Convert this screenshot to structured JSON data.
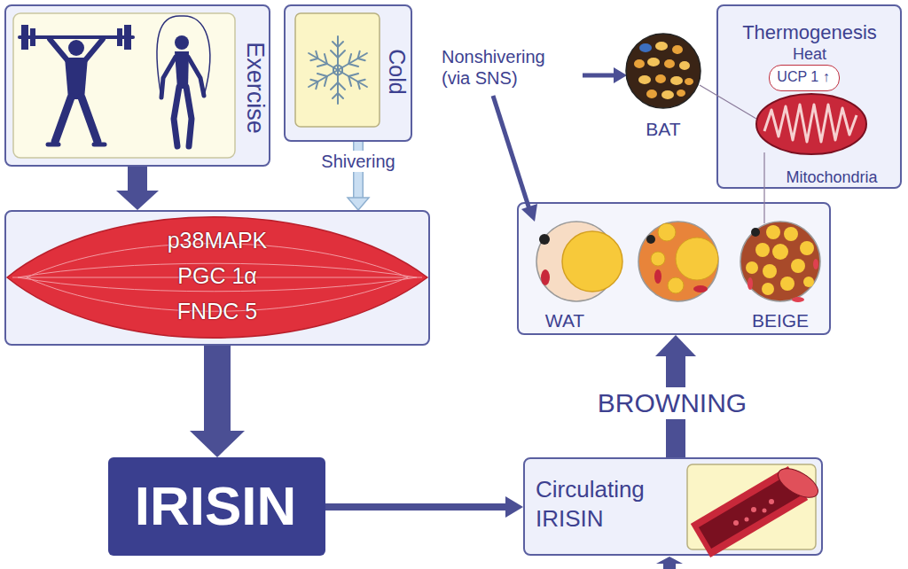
{
  "diagram": {
    "nodes": [
      {
        "text": [
          "Exercise"
        ]
      },
      {
        "text": [
          "Cold"
        ]
      },
      {
        "text": [
          "BAT"
        ]
      },
      {
        "text": [
          "Thermogenesis",
          "Heat",
          "Mitochondria"
        ]
      },
      {
        "text": [
          "UCP 1 ↑"
        ],
        "in": 3
      },
      {
        "text": [
          "p38MAPK",
          "PGC 1α",
          "FNDC 5"
        ]
      },
      {
        "text": []
      },
      {
        "text": [
          "WAT"
        ],
        "in": 6
      },
      {
        "text": [
          "BEIGE"
        ],
        "in": 6
      },
      {
        "text": [
          "IRISIN"
        ]
      },
      {
        "text": [
          "Circulating IRISIN"
        ]
      }
    ],
    "edges": [
      {
        "from": 0,
        "to": 5,
        "arrow": "to"
      },
      {
        "from": 1,
        "to": 5,
        "label": "Shivering",
        "arrow": "to"
      },
      {
        "from": 5,
        "to": 9,
        "arrow": "to"
      },
      {
        "from": 9,
        "to": 10,
        "arrow": "to"
      },
      {
        "from": 10,
        "to": 6,
        "label": "BROWNING",
        "arrow": "to"
      }
    ],
    "labels": [
      "Nonshivering (via SNS)"
    ]
  }
}
